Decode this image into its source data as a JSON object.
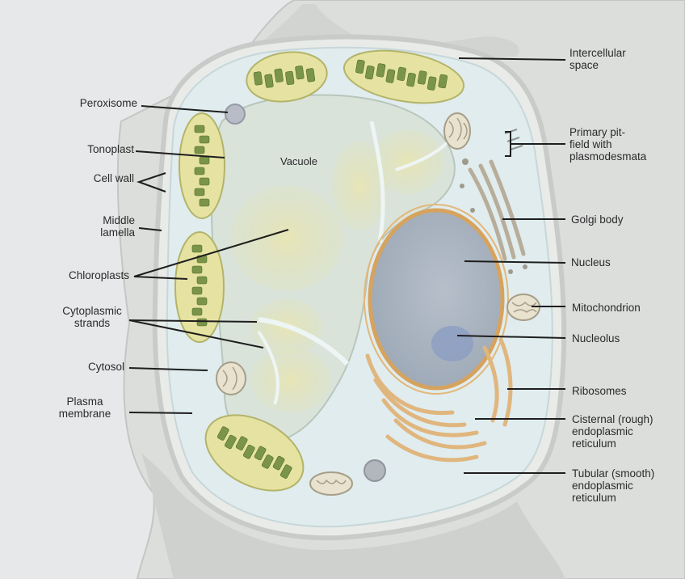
{
  "diagram": {
    "left_labels": {
      "peroxisome": "Peroxisome",
      "tonoplast": "Tonoplast",
      "cell_wall": "Cell wall",
      "middle_lamella": "Middle\nlamella",
      "chloroplasts": "Chloroplasts",
      "cytoplasmic_strands": "Cytoplasmic\nstrands",
      "cytosol": "Cytosol",
      "plasma_membrane": "Plasma\nmembrane"
    },
    "center_labels": {
      "vacuole": "Vacuole"
    },
    "right_labels": {
      "intercellular_space": "Intercellular\nspace",
      "primary_pit_field": "Primary pit-\nfield with\nplasmodesmata",
      "golgi_body": "Golgi body",
      "nucleus": "Nucleus",
      "mitochondrion": "Mitochondrion",
      "nucleolus": "Nucleolus",
      "ribosomes": "Ribosomes",
      "rough_er": "Cisternal (rough)\nendoplasmic\nreticulum",
      "smooth_er": "Tubular (smooth)\nendoplasmic\nreticulum"
    },
    "colors": {
      "background": "#e6e8ea",
      "cell_wall": "#d4d6d4",
      "cytoplasm": "#e2eef0",
      "vacuole": "#d8e3da",
      "chloroplast": "#e7e4a4",
      "thylakoid": "#6e8c3e",
      "nucleus": "#a9b3bf",
      "nuclear_envelope": "#d9a766",
      "nucleolus": "#8ea0c2",
      "er": "#e3bc86",
      "leader_line": "#1e1e1e"
    }
  }
}
